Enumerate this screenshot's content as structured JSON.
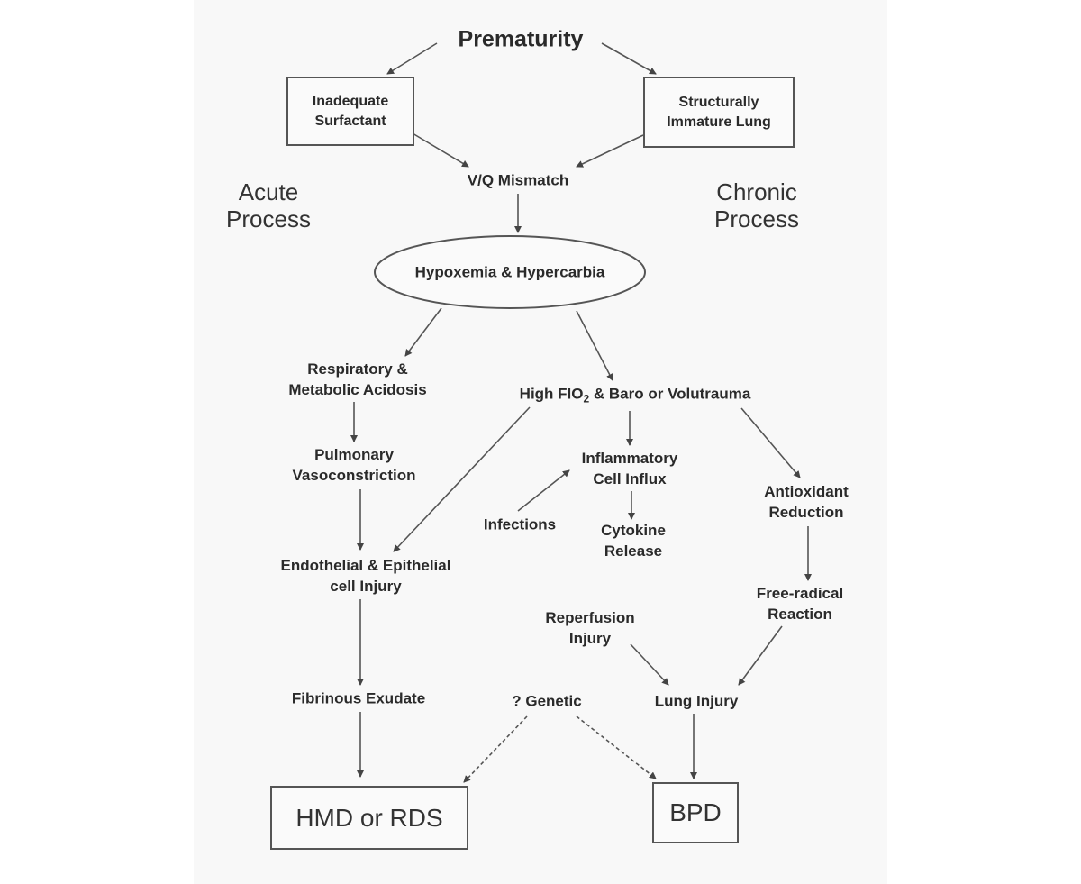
{
  "title": "Prematurity",
  "causes": {
    "left": "Inadequate Surfactant",
    "right": "Structurally Immature Lung"
  },
  "process_labels": {
    "acute": [
      "Acute",
      "Process"
    ],
    "chronic": [
      "Chronic",
      "Process"
    ]
  },
  "nodes": {
    "vq": "V/Q Mismatch",
    "hypoxemia": "Hypoxemia & Hypercarbia",
    "acidosis": [
      "Respiratory &",
      "Metabolic Acidosis"
    ],
    "fio2_pre": "High FIO",
    "fio2_sub": "2",
    "fio2_post": " & Baro or Volutrauma",
    "vasoconstriction": [
      "Pulmonary",
      "Vasoconstriction"
    ],
    "inflammatory": [
      "Inflammatory",
      "Cell Influx"
    ],
    "antioxidant": [
      "Antioxidant",
      "Reduction"
    ],
    "infections": "Infections",
    "cytokine": [
      "Cytokine",
      "Release"
    ],
    "endothelial": [
      "Endothelial & Epithelial",
      "cell Injury"
    ],
    "free_radical": [
      "Free-radical",
      "Reaction"
    ],
    "reperfusion": [
      "Reperfusion",
      "Injury"
    ],
    "fibrinous": "Fibrinous Exudate",
    "genetic": "? Genetic",
    "lung_injury": "Lung Injury"
  },
  "outcomes": {
    "left": "HMD or RDS",
    "right": "BPD"
  }
}
